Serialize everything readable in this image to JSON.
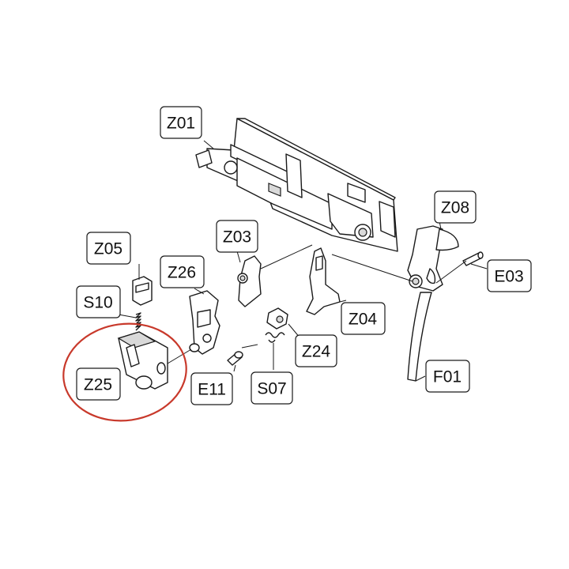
{
  "labels": {
    "z01": "Z01",
    "z08": "Z08",
    "e03": "E03",
    "z05": "Z05",
    "z03": "Z03",
    "z26": "Z26",
    "s10": "S10",
    "z04": "Z04",
    "z24": "Z24",
    "z25": "Z25",
    "e11": "E11",
    "s07": "S07",
    "f01": "F01"
  },
  "colors": {
    "highlight": "#c8392b"
  }
}
